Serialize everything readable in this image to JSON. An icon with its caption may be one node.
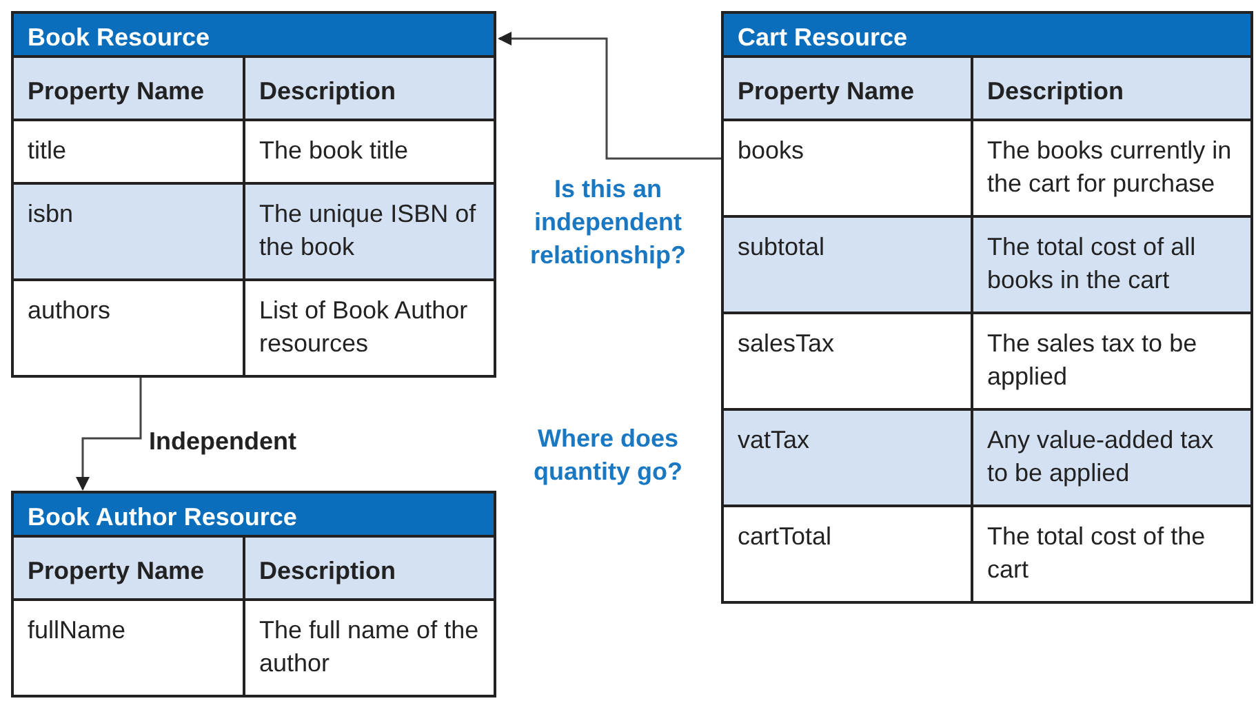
{
  "diagram": {
    "nodes": [
      {
        "text": [
          "Book Resource",
          "Property Name",
          "Description",
          "title",
          "The book title",
          "isbn",
          "The unique ISBN of the book",
          "authors",
          "List of Book Author resources"
        ]
      },
      {
        "text": [
          "Cart Resource",
          "Property Name",
          "Description",
          "books",
          "The books currently in the cart for purchase",
          "subtotal",
          "The total cost of all books in the cart",
          "salesTax",
          "The sales tax to be applied",
          "vatTax",
          "Any value-added tax to be applied",
          "cartTotal",
          "The total cost of the cart"
        ]
      },
      {
        "text": [
          "Book Author Resource",
          "Property Name",
          "Description",
          "fullName",
          "The full name of the author"
        ]
      }
    ],
    "edges": [
      {
        "from": 1,
        "to": 0,
        "arrow": "to"
      },
      {
        "from": 0,
        "to": 2,
        "arrow": "to",
        "label": "Independent"
      }
    ],
    "labels": [
      "Is this an independent relationship?",
      "Where does quantity go?"
    ]
  }
}
